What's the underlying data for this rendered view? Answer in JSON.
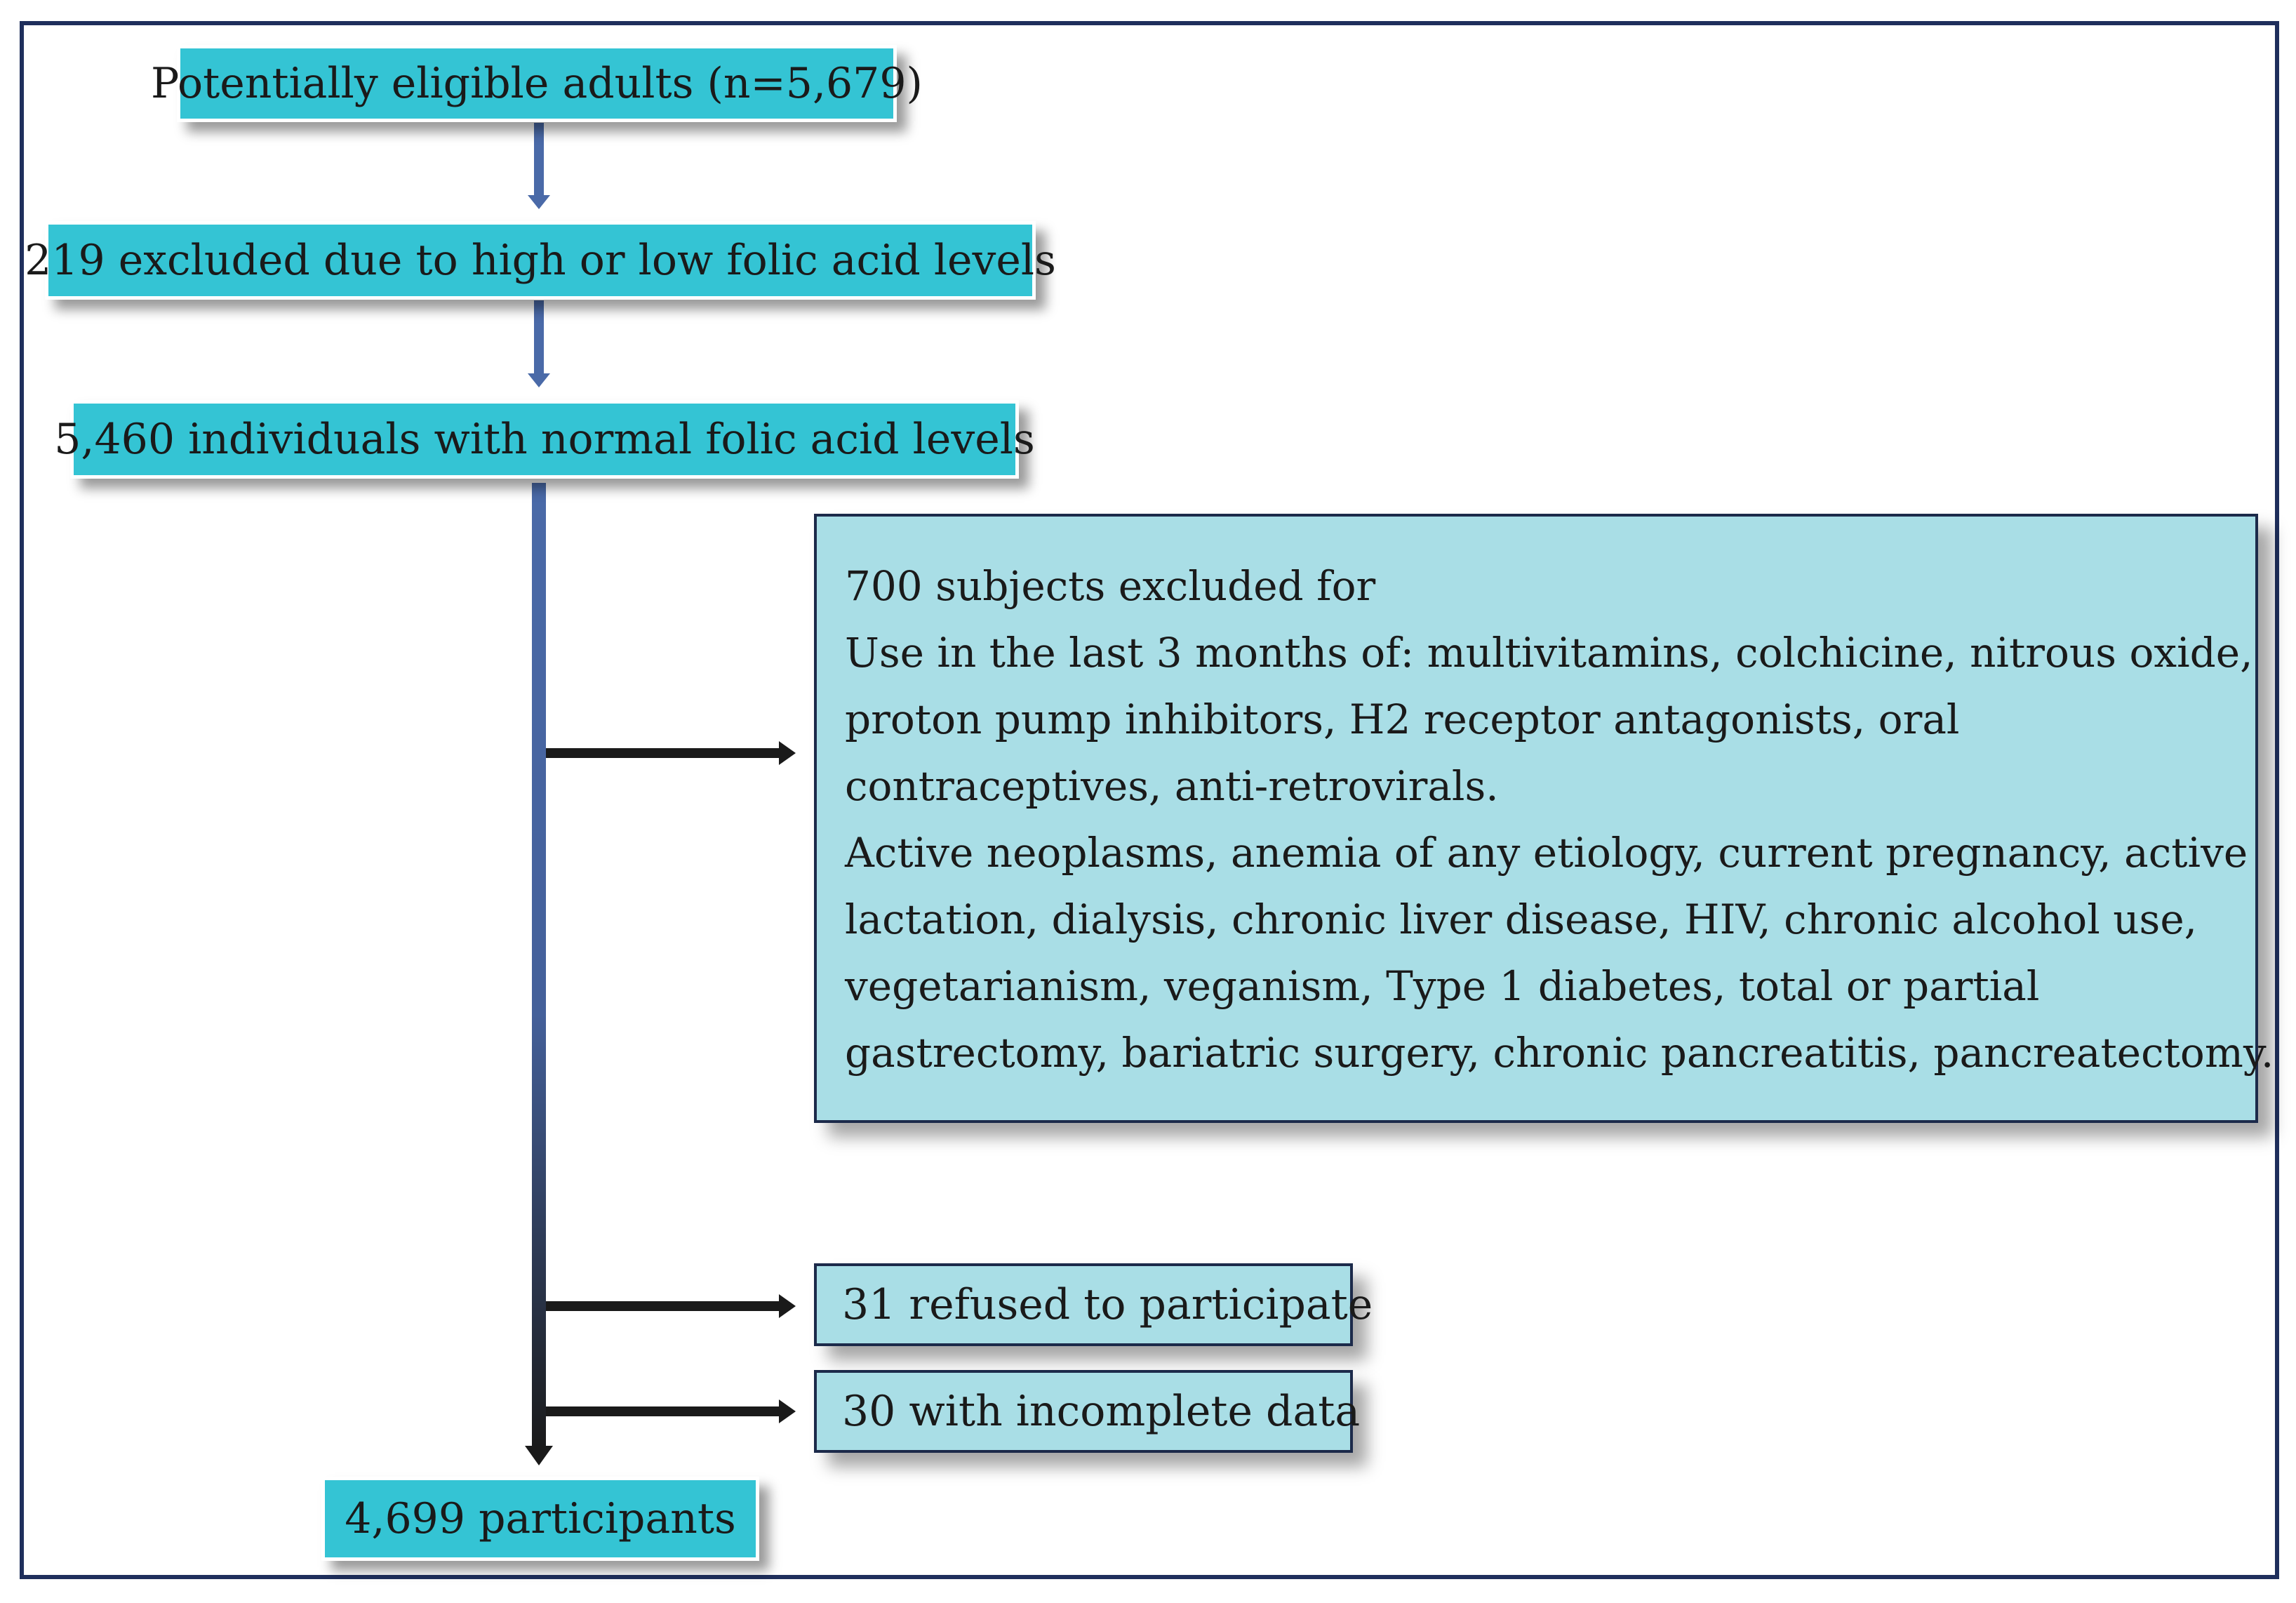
{
  "flowchart": {
    "box_eligible": "Potentially eligible adults (n=5,679)",
    "box_excluded_folic": "219 excluded due to high or low folic acid levels",
    "box_normal_folic": "5,460 individuals with normal folic acid levels",
    "box_exclusions": {
      "lines": [
        "700 subjects excluded for",
        "Use in the last 3 months of: multivitamins, colchicine, nitrous oxide,",
        "proton pump inhibitors, H2 receptor antagonists, oral",
        "contraceptives, anti-retrovirals.",
        "Active neoplasms, anemia of any etiology, current pregnancy, active",
        "lactation, dialysis, chronic liver disease, HIV, chronic alcohol use,",
        "vegetarianism, veganism, Type 1 diabetes, total or partial",
        "gastrectomy, bariatric surgery, chronic pancreatitis, pancreatectomy."
      ]
    },
    "box_refused": "31 refused to participate",
    "box_incomplete": "30 with incomplete data",
    "box_participants": "4,699 participants"
  },
  "colors": {
    "teal_box": "#34c4d4",
    "light_box": "#a9dee6",
    "frame": "#1f2f5c",
    "trunk_top": "#4a6aa8",
    "trunk_bottom": "#1a1a1a"
  }
}
